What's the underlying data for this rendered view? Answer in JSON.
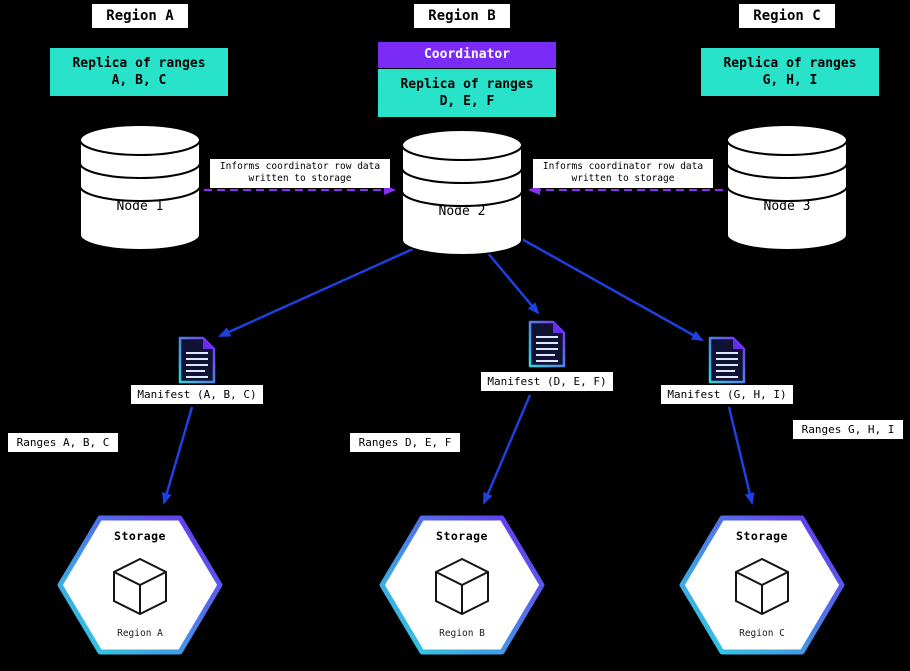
{
  "columns": [
    {
      "region_label": "Region A",
      "replica_line1": "Replica of ranges",
      "replica_line2": "A, B, C",
      "node_label": "Node 1",
      "manifest_label": "Manifest (A, B, C)",
      "ranges_label": "Ranges A, B, C",
      "storage_title": "Storage",
      "storage_region": "Region A"
    },
    {
      "region_label": "Region B",
      "replica_line1": "Replica of ranges",
      "replica_line2": "D, E, F",
      "node_label": "Node 2",
      "manifest_label": "Manifest (D, E, F)",
      "ranges_label": "Ranges D, E, F",
      "storage_title": "Storage",
      "storage_region": "Region B"
    },
    {
      "region_label": "Region C",
      "replica_line1": "Replica of ranges",
      "replica_line2": "G, H, I",
      "node_label": "Node 3",
      "manifest_label": "Manifest (G, H, I)",
      "ranges_label": "Ranges G, H, I",
      "storage_title": "Storage",
      "storage_region": "Region C"
    }
  ],
  "coordinator_label": "Coordinator",
  "inform_label": {
    "line1": "Informs coordinator row data",
    "line2": "written to storage"
  },
  "colors": {
    "background": "#000000",
    "replica_cyan": "#29E2CA",
    "coordinator_purple": "#7A2BF5",
    "blue_arrow": "#1E40E0",
    "dashed_purple_arrow": "#8533F0",
    "gradient_cyan": "#2BD9E0",
    "gradient_purple": "#6A2BF0",
    "label_box": "#FFFFFF"
  }
}
